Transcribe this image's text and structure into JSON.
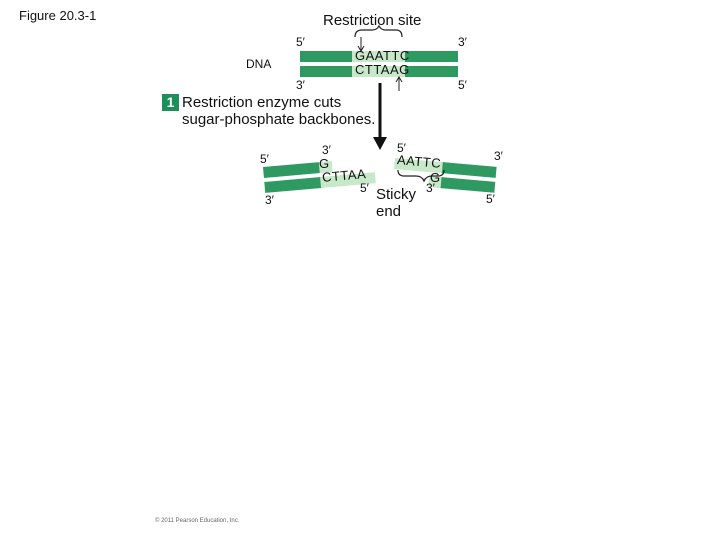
{
  "figure_label": "Figure 20.3-1",
  "restriction_site_label": "Restriction site",
  "dna_label": "DNA",
  "top_strand_seq": "GAATTC",
  "bottom_strand_seq": "CTTAAG",
  "top_left_end": "5′",
  "top_right_end": "3′",
  "bottom_left_end": "3′",
  "bottom_right_end": "5′",
  "step": {
    "number": "1",
    "text": "Restriction enzyme cuts sugar-phosphate backbones."
  },
  "left_fragment": {
    "top_left_end": "5′",
    "bottom_left_end": "3′",
    "cut_top_end": "3′",
    "cut_bottom_end": "5′",
    "top_overhang": "G",
    "bottom_overhang": "CTTAA"
  },
  "right_fragment": {
    "cut_top_end": "5′",
    "cut_bottom_end": "3′",
    "top_right_end": "3′",
    "bottom_right_end": "5′",
    "top_overhang": "AATTC",
    "bottom_overhang": "G"
  },
  "sticky_end_label": "Sticky end",
  "copyright": "© 2011 Pearson Education, Inc.",
  "colors": {
    "strand_fill": "#2e9a62",
    "strand_light": "#c7e8c9",
    "badge": "#1f8f5a"
  }
}
